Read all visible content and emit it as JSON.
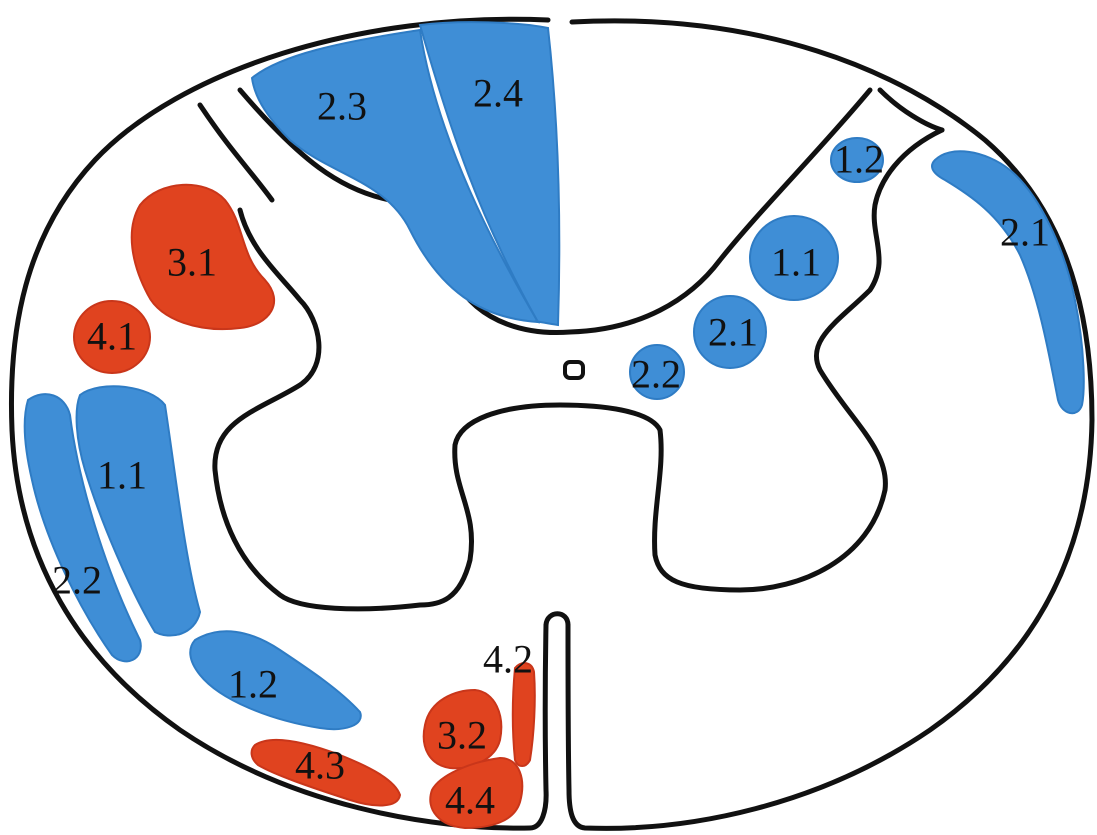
{
  "colors": {
    "blue": "#3f8ed6",
    "red": "#e0431f",
    "outline": "#111111",
    "background": "#ffffff"
  },
  "regions": [
    {
      "id": "left-2-3",
      "label": "2.3",
      "color": "blue"
    },
    {
      "id": "left-2-4",
      "label": "2.4",
      "color": "blue"
    },
    {
      "id": "left-3-1",
      "label": "3.1",
      "color": "red"
    },
    {
      "id": "left-4-1",
      "label": "4.1",
      "color": "red"
    },
    {
      "id": "left-1-1",
      "label": "1.1",
      "color": "blue"
    },
    {
      "id": "left-2-2",
      "label": "2.2",
      "color": "blue"
    },
    {
      "id": "left-1-2",
      "label": "1.2",
      "color": "blue"
    },
    {
      "id": "left-4-3",
      "label": "4.3",
      "color": "red"
    },
    {
      "id": "left-3-2",
      "label": "3.2",
      "color": "red"
    },
    {
      "id": "left-4-4",
      "label": "4.4",
      "color": "red"
    },
    {
      "id": "left-4-2",
      "label": "4.2",
      "color": "red"
    },
    {
      "id": "right-1-2",
      "label": "1.2",
      "color": "blue"
    },
    {
      "id": "right-1-1",
      "label": "1.1",
      "color": "blue"
    },
    {
      "id": "right-2-1-inner",
      "label": "2.1",
      "color": "blue"
    },
    {
      "id": "right-2-2",
      "label": "2.2",
      "color": "blue"
    },
    {
      "id": "right-2-1-outer",
      "label": "2.1",
      "color": "blue"
    }
  ]
}
